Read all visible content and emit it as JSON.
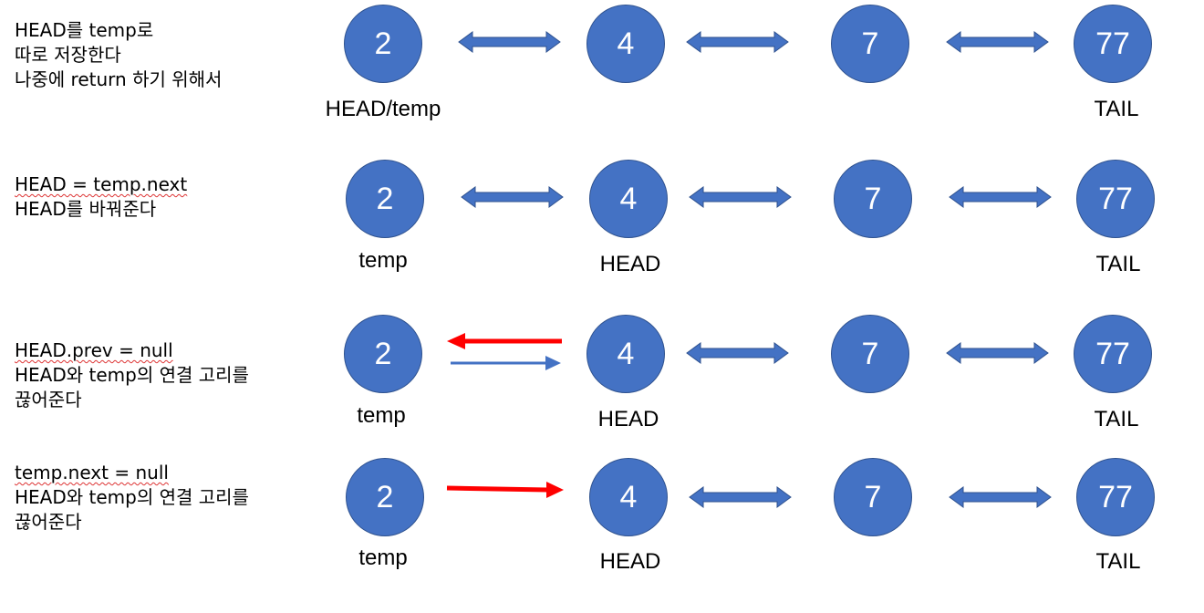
{
  "rows": [
    {
      "desc": [
        "HEAD를 temp로",
        "따로 저장한다",
        "나중에 return 하기 위해서"
      ],
      "nodes": [
        "2",
        "4",
        "7",
        "77"
      ],
      "labels": {
        "n0": "HEAD/temp",
        "n3": "TAIL"
      }
    },
    {
      "desc": [
        "HEAD = temp.next",
        "HEAD를 바꿔준다"
      ],
      "nodes": [
        "2",
        "4",
        "7",
        "77"
      ],
      "labels": {
        "n0": "temp",
        "n1": "HEAD",
        "n3": "TAIL"
      }
    },
    {
      "desc": [
        "HEAD.prev = null",
        "HEAD와 temp의 연결 고리를",
        "끊어준다"
      ],
      "nodes": [
        "2",
        "4",
        "7",
        "77"
      ],
      "labels": {
        "n0": "temp",
        "n1": "HEAD",
        "n3": "TAIL"
      }
    },
    {
      "desc": [
        "temp.next = null",
        "HEAD와 temp의 연결 고리를",
        "끊어준다"
      ],
      "nodes": [
        "2",
        "4",
        "7",
        "77"
      ],
      "labels": {
        "n0": "temp",
        "n1": "HEAD",
        "n3": "TAIL"
      }
    }
  ],
  "colors": {
    "node_fill": "#4472c4",
    "node_text": "#ffffff",
    "link_arrow": "#4472c4",
    "removed_link_arrow": "#ff0000"
  }
}
